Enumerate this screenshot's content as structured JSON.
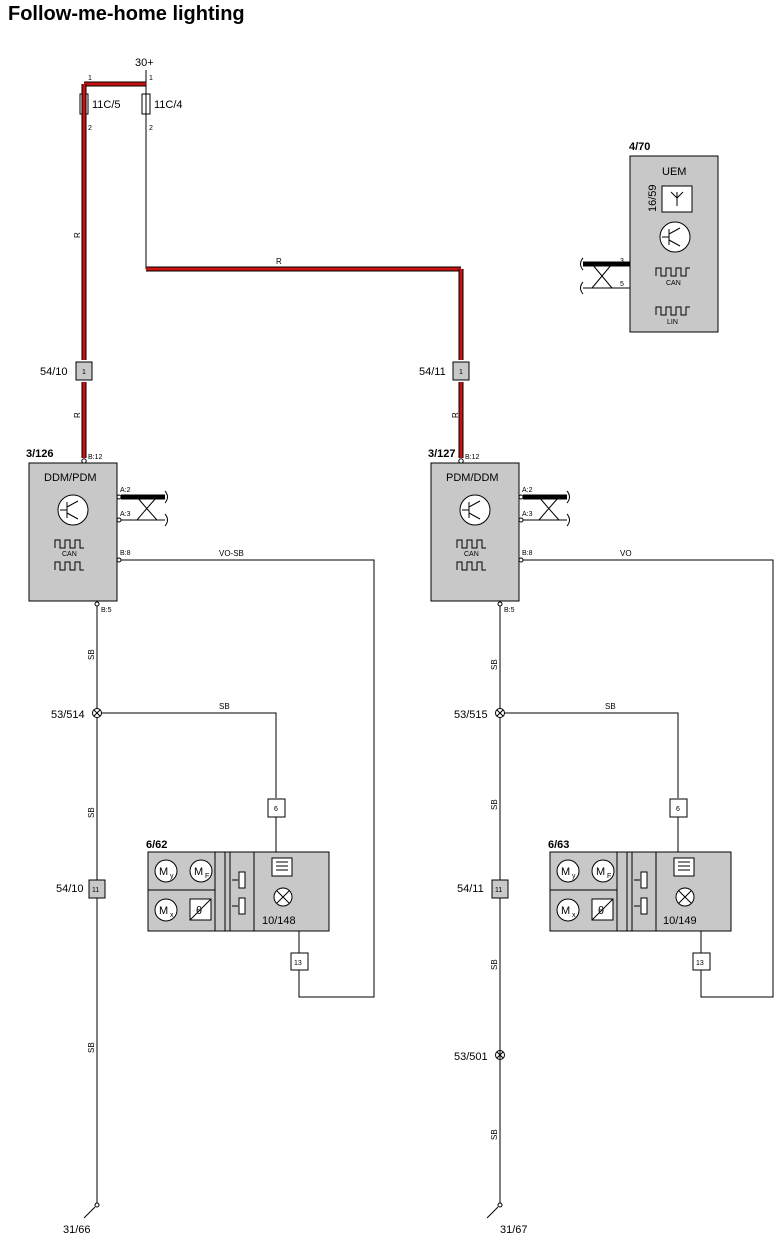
{
  "title": "Follow-me-home lighting",
  "supply": "30+",
  "fuses": {
    "left": {
      "label": "11C/5",
      "pin_top": "1",
      "pin_bottom": "2"
    },
    "right": {
      "label": "11C/4",
      "pin_top": "1",
      "pin_bottom": "2"
    }
  },
  "wire_colors": {
    "red": "R",
    "vo_sb": "VO-SB",
    "vo": "VO",
    "sb": "SB"
  },
  "left_side": {
    "connector_top": {
      "label": "54/10",
      "pin": "1"
    },
    "module": {
      "ref": "3/126",
      "name": "DDM/PDM",
      "can": "CAN",
      "pin_b12": "B:12",
      "pin_a2": "A:2",
      "pin_a3": "A:3",
      "pin_b8": "B:8",
      "pin_b5": "B:5"
    },
    "splice": "53/514",
    "mirror": {
      "ref": "6/62",
      "lamp": "10/148",
      "pin6": "6",
      "pin13": "13",
      "my": "M",
      "my_sub": "y",
      "mf": "M",
      "mf_sub": "F",
      "mx": "M",
      "mx_sub": "x",
      "theta": "θ"
    },
    "connector_bottom": {
      "label": "54/10",
      "pin": "11"
    },
    "ground": "31/66"
  },
  "right_side": {
    "connector_top": {
      "label": "54/11",
      "pin": "1"
    },
    "module": {
      "ref": "3/127",
      "name": "PDM/DDM",
      "can": "CAN",
      "pin_b12": "B:12",
      "pin_a2": "A:2",
      "pin_a3": "A:3",
      "pin_b8": "B:8",
      "pin_b5": "B:5"
    },
    "splice": "53/515",
    "mirror": {
      "ref": "6/63",
      "lamp": "10/149",
      "pin6": "6",
      "pin13": "13",
      "my": "M",
      "my_sub": "y",
      "mf": "M",
      "mf_sub": "F",
      "mx": "M",
      "mx_sub": "x",
      "theta": "θ"
    },
    "connector_bottom": {
      "label": "54/11",
      "pin": "11"
    },
    "splice2": "53/501",
    "ground": "31/67"
  },
  "uem": {
    "ref": "4/70",
    "name": "UEM",
    "sub_ref": "16/59",
    "pin3": "3",
    "pin5": "5",
    "can": "CAN",
    "lin": "LIN"
  },
  "colors": {
    "power_wire": "#cc1111",
    "module_fill": "#c8c8c8"
  }
}
